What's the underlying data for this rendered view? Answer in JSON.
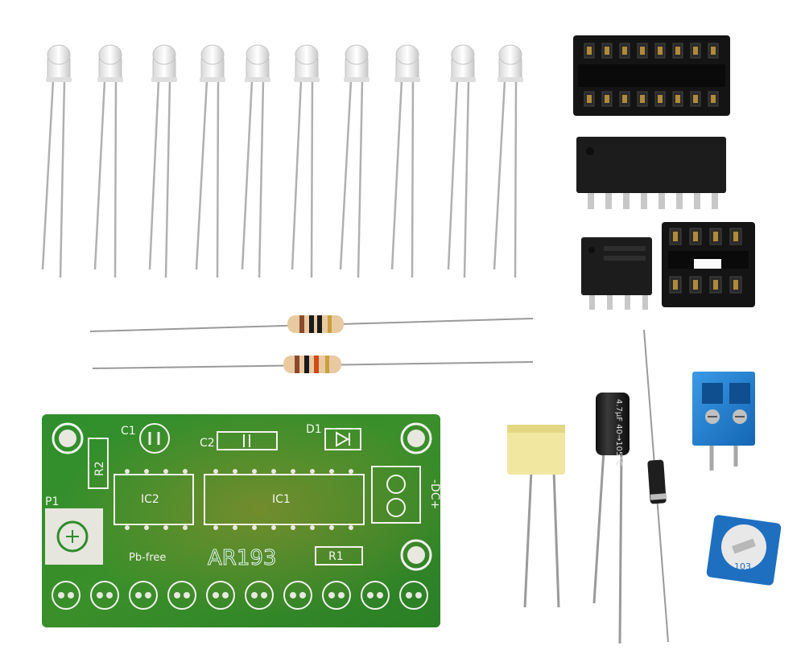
{
  "pcb": {
    "labels": {
      "c1": "C1",
      "c2": "C2",
      "d1": "D1",
      "r2": "R2",
      "ic2": "IC2",
      "ic1": "IC1",
      "p1": "P1",
      "r1": "R1",
      "model": "AR193",
      "pbfree": "Pb-free",
      "dc": "-DC+"
    }
  },
  "electrolytic_capacitor": {
    "marking": "4.7µF 40→105°C"
  },
  "potentiometer": {
    "marking": "103"
  },
  "colors": {
    "pcb_green": "#2e8b2a",
    "terminal_blue": "#1f7fd0",
    "capacitor_yellow": "#f2e7a0",
    "chip_black": "#1c1c1c"
  }
}
